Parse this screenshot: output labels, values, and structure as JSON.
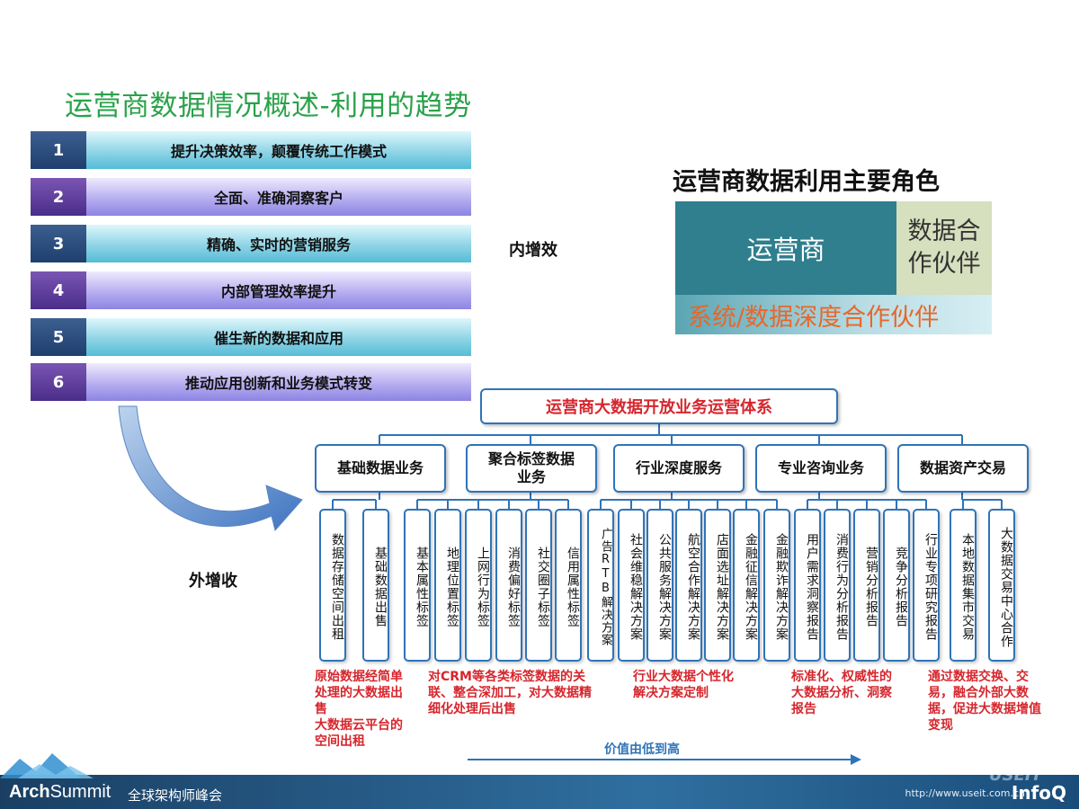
{
  "title": "运营商数据情况概述-利用的趋势",
  "list": [
    {
      "num": "1",
      "text": "提升决策效率，颠覆传统工作模式"
    },
    {
      "num": "2",
      "text": "全面、准确洞察客户"
    },
    {
      "num": "3",
      "text": "精确、实时的营销服务"
    },
    {
      "num": "4",
      "text": "内部管理效率提升"
    },
    {
      "num": "5",
      "text": "催生新的数据和应用"
    },
    {
      "num": "6",
      "text": "推动应用创新和业务模式转变"
    }
  ],
  "label_inner": "内增效",
  "label_outer": "外增收",
  "roles": {
    "title": "运营商数据利用主要角色",
    "operator": "运营商",
    "partner": "数据合作伙伴",
    "deep_partner": "系统/数据深度合作伙伴"
  },
  "org": {
    "root": "运营商大数据开放业务运营体系",
    "categories": [
      "基础数据业务",
      "聚合标签数据业务",
      "行业深度服务",
      "专业咨询业务",
      "数据资产交易"
    ],
    "leaves": [
      "数据存储空间出租",
      "基础数据出售",
      "基本属性标签",
      "地理位置标签",
      "上网行为标签",
      "消费偏好标签",
      "社交圈子标签",
      "信用属性标签",
      "广告RTB解决方案",
      "社会维稳解决方案",
      "公共服务解决方案",
      "航空合作解决方案",
      "店面选址解决方案",
      "金融征信解决方案",
      "金融欺诈解决方案",
      "用户需求洞察报告",
      "消费行为分析报告",
      "营销分析报告",
      "竞争分析报告",
      "行业专项研究报告",
      "本地数据集市交易",
      "大数据交易中心合作"
    ]
  },
  "notes": {
    "n1": "原始数据经简单处理的大数据出售\n大数据云平台的空间出租",
    "n2": "对CRM等各类标签数据的关联、整合深加工，对大数据精细化处理后出售",
    "n3": "行业大数据个性化解决方案定制",
    "n4": "标准化、权威性的大数据分析、洞察报告",
    "n5": "通过数据交换、交易，融合外部大数据，促进大数据增值变现"
  },
  "value_label": "价值由低到高",
  "footer": {
    "brand_a": "Arch",
    "brand_b": "Summit",
    "brand_cn": "全球架构师峰会",
    "infoq": "InfoQ",
    "watermark": "http://www.useit.com.cn",
    "useit": "USEIT"
  },
  "colors": {
    "title_green": "#2aa24a",
    "accent_red": "#d6262d",
    "border_blue": "#2f74b8",
    "operator_teal": "#2f7f8e",
    "partner_olive": "#d6dfbe",
    "deep_orange": "#e8672a"
  },
  "icons": [
    "curved-arrow-icon",
    "right-arrow-icon",
    "mountain-logo-icon"
  ]
}
